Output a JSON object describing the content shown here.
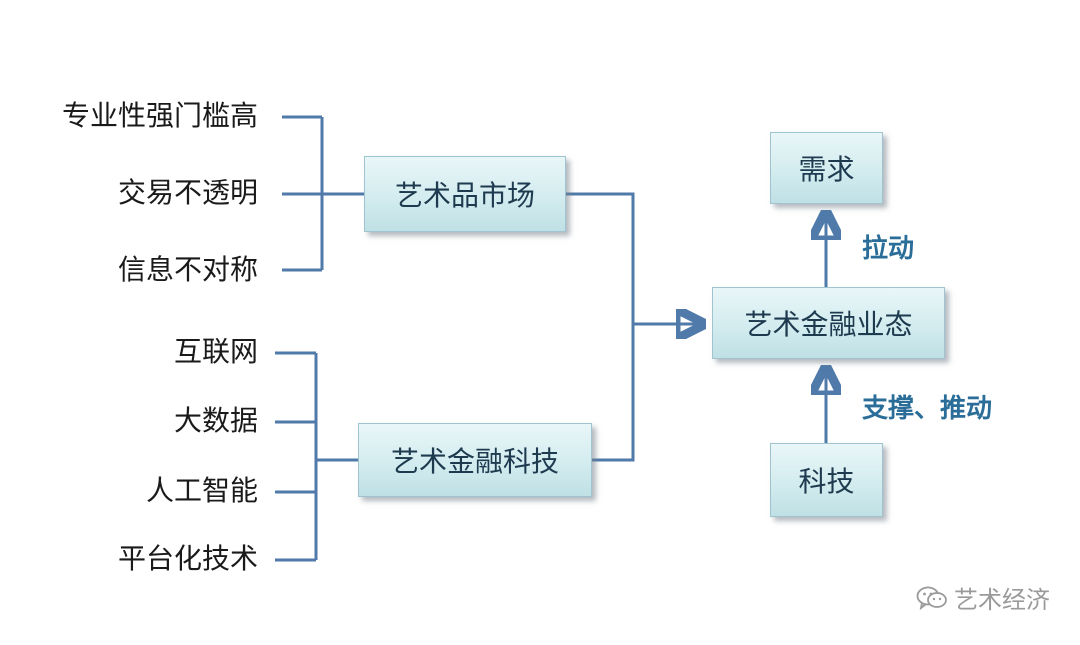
{
  "left_groups": {
    "market_factors": [
      "专业性强门槛高",
      "交易不透明",
      "信息不对称"
    ],
    "tech_factors": [
      "互联网",
      "大数据",
      "人工智能",
      "平台化技术"
    ]
  },
  "boxes": {
    "art_market": "艺术品市场",
    "art_fintech": "艺术金融科技",
    "art_finance_business": "艺术金融业态",
    "demand": "需求",
    "technology": "科技"
  },
  "relations": {
    "pull": "拉动",
    "support_push": "支撑、推动"
  },
  "watermark": {
    "text": "艺术经济",
    "icon": "wechat-icon"
  },
  "colors": {
    "connector": "#4f7aa9",
    "box_fill_top": "#e9f6f8",
    "box_fill_bottom": "#bfe0e5",
    "relation_text": "#2a6d98",
    "watermark": "#9a9a9a"
  }
}
